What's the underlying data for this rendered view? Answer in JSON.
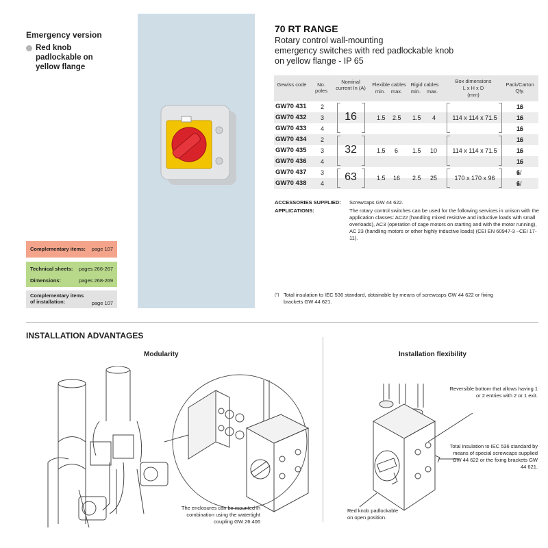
{
  "left": {
    "version_title": "Emergency version",
    "bullet_text": "Red knob padlockable on yellow flange",
    "complementary": {
      "label": "Complementary items:",
      "page": "page 107"
    },
    "technical": {
      "label": "Technical sheets:",
      "pages": "pages 266-267"
    },
    "dimensions": {
      "label": "Dimensions:",
      "pages": "pages 268-269"
    },
    "installation": {
      "label_line1": "Complementary items",
      "label_line2": "of installation:",
      "page": "page 107"
    }
  },
  "header": {
    "title": "70 RT RANGE",
    "line1": "Rotary control wall-mounting",
    "line2": "emergency switches with red padlockable knob",
    "line3": "on yellow flange - IP 65"
  },
  "table": {
    "headers": {
      "code": "Gewiss code",
      "poles": "No. poles",
      "current": "Nominal current In (A)",
      "flex": "Flexible cables",
      "flex_min": "min.",
      "flex_max": "max.",
      "rigid": "Rigid cables",
      "rigid_min": "min.",
      "rigid_max": "max.",
      "box": "Box dimensions",
      "box_sub": "L x H x D",
      "box_unit": "(mm)",
      "pack": "Pack/Carton Qty."
    },
    "rows": [
      {
        "code": "GW70 431",
        "poles": "2",
        "pack_a": "1/",
        "pack_b": "16"
      },
      {
        "code": "GW70 432",
        "poles": "3",
        "pack_a": "1/",
        "pack_b": "16"
      },
      {
        "code": "GW70 433",
        "poles": "4",
        "pack_a": "1/",
        "pack_b": "16"
      },
      {
        "code": "GW70 434",
        "poles": "2",
        "pack_a": "1/",
        "pack_b": "16"
      },
      {
        "code": "GW70 435",
        "poles": "3",
        "pack_a": "1/",
        "pack_b": "16"
      },
      {
        "code": "GW70 436",
        "poles": "4",
        "pack_a": "1/",
        "pack_b": "16"
      },
      {
        "code": "GW70 437",
        "poles": "3",
        "pack_a": "1/",
        "pack_b": " 6"
      },
      {
        "code": "GW70 438",
        "poles": "4",
        "pack_a": "1/",
        "pack_b": " 6"
      }
    ],
    "groups": [
      {
        "current": "16",
        "flex_min": "1.5",
        "flex_max": "2.5",
        "rigid_min": "1.5",
        "rigid_max": "4",
        "box": "114 x 114 x 71.5"
      },
      {
        "current": "32",
        "flex_min": "1.5",
        "flex_max": "6",
        "rigid_min": "1.5",
        "rigid_max": "10",
        "box": "114 x 114 x 71.5"
      },
      {
        "current": "63",
        "flex_min": "1.5",
        "flex_max": "16",
        "rigid_min": "2.5",
        "rigid_max": "25",
        "box": "170 x 170 x 96"
      }
    ]
  },
  "accessories": {
    "label": "ACCESSORIES SUPPLIED:",
    "value": "Screwcaps GW 44 622.",
    "app_label": "APPLICATIONS:",
    "app_value": "The rotary control switches can be used for the following services in unison with the application classes: AC22 (handling mixed resistive and inductive loads with small overloads), AC3 (operation of cage motors on starting and with the motor running), AC 23 (handling motors or other highly inductive loads) (CEI EN 60947-3 –CEI 17-11)."
  },
  "note": {
    "star": "(*)",
    "text": "Total insulation to IEC 536 standard, obtainable by means of screwcaps GW 44 622 or fixing brackets GW 44 621."
  },
  "installation": {
    "title": "INSTALLATION ADVANTAGES",
    "modularity": "Modularity",
    "flexibility": "Installation flexibility",
    "cap_coupling": "The enclosures can be mounted in combination using the watertight coupling GW 26 406",
    "cap_reversible": "Reversible bottom that allows having  1 or 2 entries with 2 or 1 exit.",
    "cap_insulation": "Total insulation to IEC 536 standard by means of special screwcaps supplied GW 44 622 or the fixing brackets GW 44 621.",
    "cap_knob": "Red knob padlockable on open position."
  },
  "colors": {
    "orange_box": "#f4a48a",
    "green_box": "#b8d98a",
    "gray_box": "#e2e2e2",
    "blue_panel": "#cfdde7",
    "knob_red": "#d9232b",
    "flange_yellow": "#f2c300"
  }
}
